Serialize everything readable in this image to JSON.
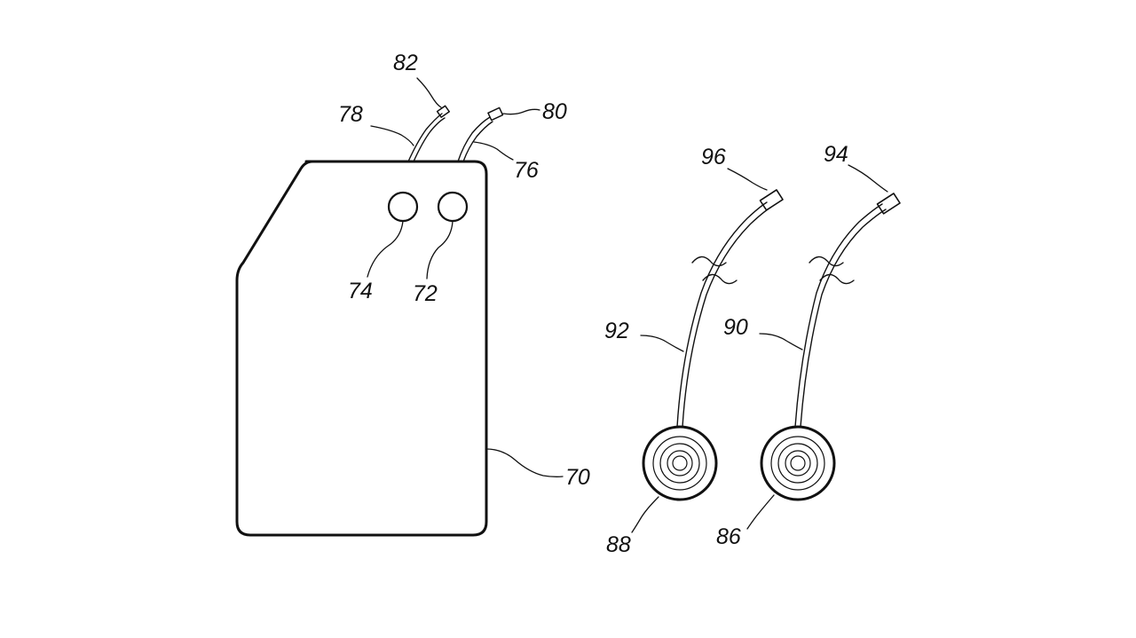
{
  "colors": {
    "ink": "#111111",
    "paper": "#ffffff"
  },
  "device": {
    "body_ref": "70",
    "left_button_ref": "74",
    "right_button_ref": "72",
    "left_lead_ref": "78",
    "left_connector_ref": "82",
    "right_lead_ref": "76",
    "right_connector_ref": "80"
  },
  "electrode_left": {
    "pad_ref": "88",
    "wire_ref": "92",
    "connector_ref": "96"
  },
  "electrode_right": {
    "pad_ref": "86",
    "wire_ref": "90",
    "connector_ref": "94"
  }
}
